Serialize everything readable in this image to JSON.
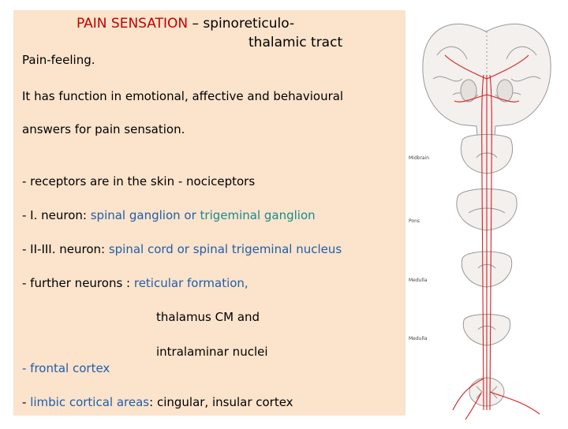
{
  "title": {
    "main": "PAIN SENSATION",
    "dash": " – spinoreticulo-",
    "line2": "thalamic tract"
  },
  "subtitle": "Pain-feeling.",
  "function_text": {
    "line1": "It has function  in emotional, affective and behavioural",
    "line2": "answers for pain sensation."
  },
  "bullets": {
    "receptors": "- receptors are in the skin -  nociceptors",
    "neuron1_prefix": "- I. neuron: ",
    "neuron1_spinal": "spinal ganglion or ",
    "neuron1_trig": "trigeminal ganglion",
    "neuron2_prefix": "- II-III. neuron: ",
    "neuron2_rest": "spinal cord or spinal trigeminal nucleus",
    "further_prefix": "- further neurons :  ",
    "further_rest": "reticular formation,",
    "thalamus": "thalamus CM and",
    "intralaminar": "intralaminar nuclei",
    "frontal": "- frontal cortex",
    "limbic_prefix": "- ",
    "limbic_mid": "limbic cortical areas",
    "limbic_rest": ": cingular, insular cortex"
  },
  "figure_labels": {
    "midbrain": "Midbrain",
    "pons": "Pons",
    "medulla1": "Medulla",
    "medulla2": "Medulla"
  },
  "colors": {
    "panel_bg": "#fbe3cc",
    "title_red": "#c00000",
    "term_blue": "#1f5fa8",
    "term_teal": "#168c8c",
    "tract_red": "#d42020"
  }
}
